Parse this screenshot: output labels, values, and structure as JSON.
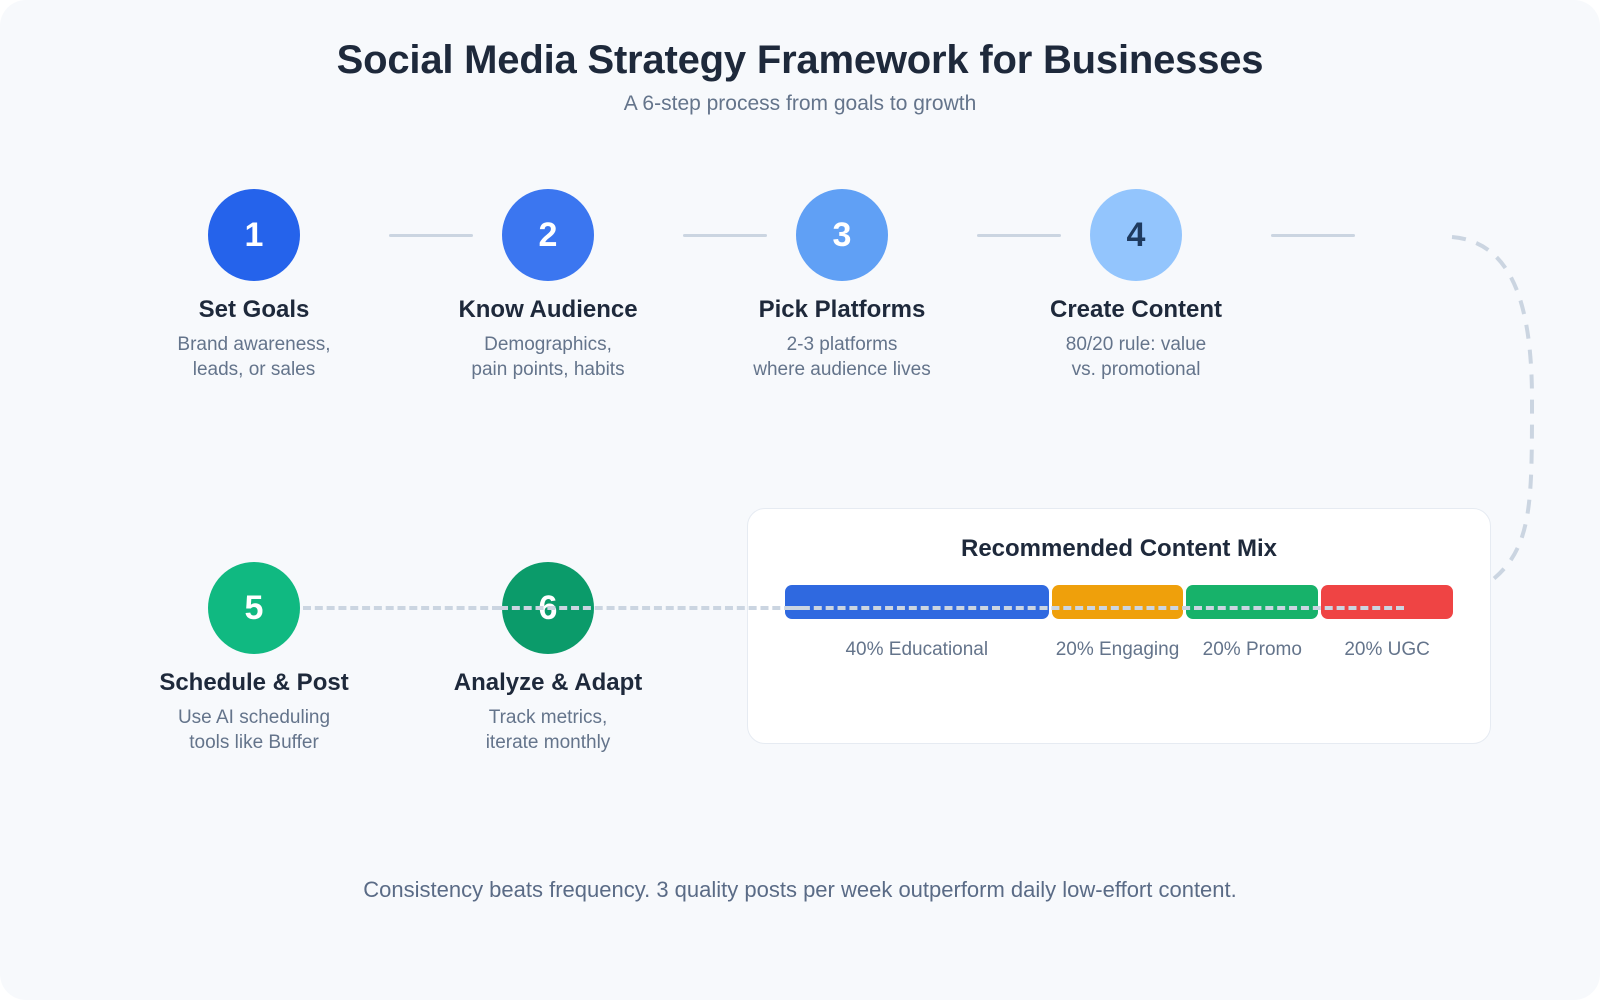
{
  "header": {
    "title": "Social Media Strategy Framework for Businesses",
    "subtitle": "A 6-step process from goals to growth"
  },
  "steps": [
    {
      "number": "1",
      "title": "Set Goals",
      "desc": "Brand awareness,\nleads, or sales",
      "circle_color": "#2563EB",
      "number_color": "#FFFFFF"
    },
    {
      "number": "2",
      "title": "Know Audience",
      "desc": "Demographics,\npain points, habits",
      "circle_color": "#3B76F0",
      "number_color": "#FFFFFF"
    },
    {
      "number": "3",
      "title": "Pick Platforms",
      "desc": "2-3 platforms\nwhere audience lives",
      "circle_color": "#60A0F5",
      "number_color": "#FFFFFF"
    },
    {
      "number": "4",
      "title": "Create Content",
      "desc": "80/20 rule: value\nvs. promotional",
      "circle_color": "#93C5FD",
      "number_color": "#1E3A5F"
    },
    {
      "number": "5",
      "title": "Schedule & Post",
      "desc": "Use AI scheduling\ntools like Buffer",
      "circle_color": "#10B981",
      "number_color": "#FFFFFF"
    },
    {
      "number": "6",
      "title": "Analyze & Adapt",
      "desc": "Track metrics,\niterate monthly",
      "circle_color": "#0B9B6A",
      "number_color": "#FFFFFF"
    }
  ],
  "content_mix": {
    "title": "Recommended Content Mix",
    "segments": [
      {
        "label": "40% Educational",
        "percent": 40,
        "color": "#2F69E0"
      },
      {
        "label": "20% Engaging",
        "percent": 20,
        "color": "#EFA00B"
      },
      {
        "label": "20% Promo",
        "percent": 20,
        "color": "#17B26A"
      },
      {
        "label": "20% UGC",
        "percent": 20,
        "color": "#EF4444"
      }
    ]
  },
  "footer": {
    "note": "Consistency beats frequency. 3 quality posts per week outperform daily low-effort content."
  },
  "colors": {
    "canvas": "#F7F9FC",
    "connector": "#CBD5E1",
    "heading": "#1E293B",
    "muted": "#64748B",
    "card_bg": "#FFFFFF",
    "card_border": "#E6EBF2"
  }
}
